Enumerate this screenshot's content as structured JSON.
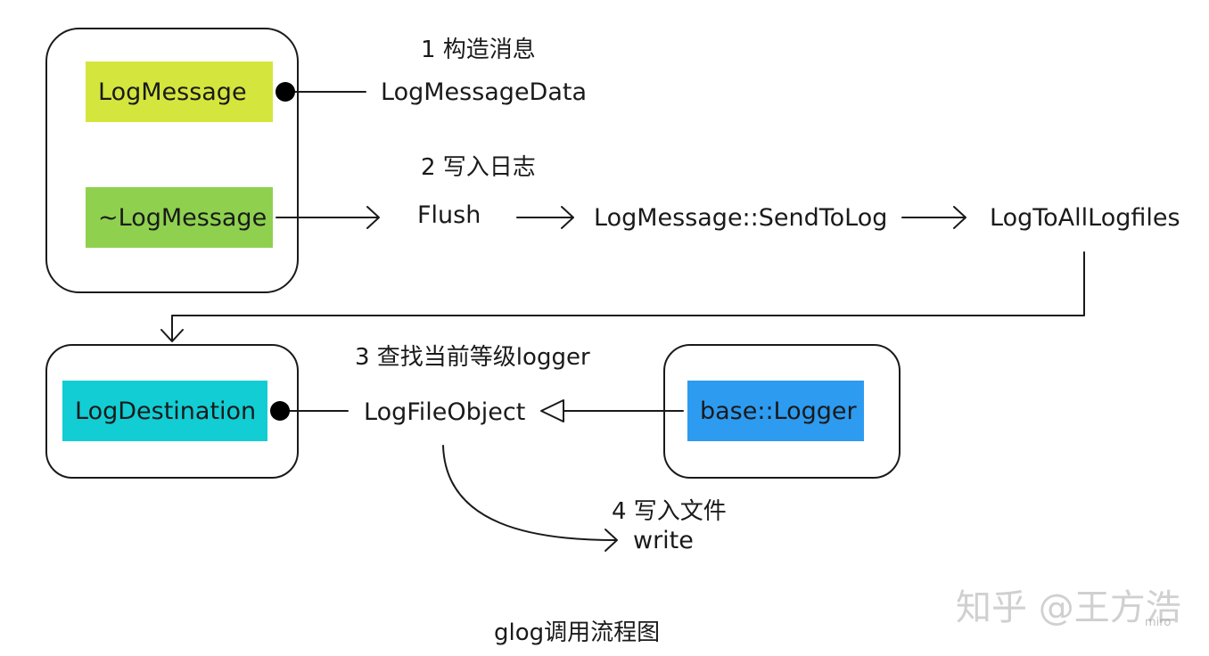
{
  "caption": "glog调用流程图",
  "steps": {
    "construct": "1 构造消息",
    "write_log": "2 写入日志",
    "find_logger": "3 查找当前等级logger",
    "write_file": "4 写入文件"
  },
  "blocks": {
    "log_message": "LogMessage",
    "log_message_dtor": "~LogMessage",
    "log_destination": "LogDestination",
    "base_logger": "base::Logger"
  },
  "nodes": {
    "log_message_data": "LogMessageData",
    "flush": "Flush",
    "send_to_log": "LogMessage::SendToLog",
    "log_to_all": "LogToAllLogfiles",
    "log_file_object": "LogFileObject",
    "write": "write"
  },
  "watermark": {
    "site": "知乎 @王方浩",
    "tool": "miro"
  },
  "colors": {
    "log_message": "#d4e63d",
    "log_message_dtor": "#8fd14f",
    "log_destination": "#12cdd4",
    "base_logger": "#2d9bf0",
    "stroke": "#1a1a1a"
  }
}
